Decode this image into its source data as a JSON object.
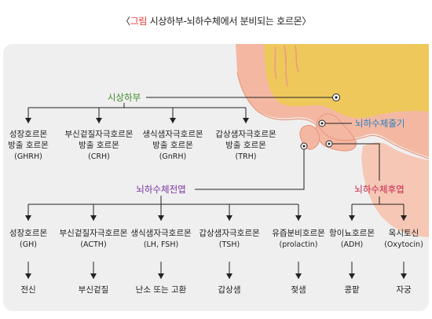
{
  "title": {
    "open_bracket": "〈",
    "prefix": "그림",
    "text": " 시상하부-뇌하수체에서 분비되는 호르몬",
    "close_bracket": "〉"
  },
  "colors": {
    "accent_red": "#e8382f",
    "panel_bg": "#efefef",
    "hypothalamus_green": "#3f8a2a",
    "stalk_blue": "#2a7fc0",
    "anterior_purple": "#7a2fa0",
    "posterior_red": "#c4234b",
    "tissue_pink": "#f4b8a2",
    "tissue_yellow": "#efc85c",
    "line": "#222222"
  },
  "structures": {
    "hypothalamus": "시상하부",
    "stalk": "뇌하수체줄기",
    "anterior": "뇌하수체전엽",
    "posterior": "뇌하수체후엽"
  },
  "hypothalamic_hormones": [
    {
      "line1": "성장호르몬",
      "line2": "방출 호르몬",
      "abbr": "(GHRH)"
    },
    {
      "line1": "부신겉질자극호르몬",
      "line2": "방출 호르몬",
      "abbr": "(CRH)"
    },
    {
      "line1": "생식샘자극호르몬",
      "line2": "방출 호르몬",
      "abbr": "(GnRH)"
    },
    {
      "line1": "갑상샘자극호르몬",
      "line2": "방출 호르몬",
      "abbr": "(TRH)"
    }
  ],
  "pituitary_hormones": [
    {
      "name": "성장호르몬",
      "abbr": "(GH)",
      "target": "전신"
    },
    {
      "name": "부신겉질자극호르몬",
      "abbr": "(ACTH)",
      "target": "부신겉질"
    },
    {
      "name": "생식샘자극호르몬",
      "abbr": "(LH,  FSH)",
      "target": "난소 또는 고환"
    },
    {
      "name": "갑상샘자극호르몬",
      "abbr": "(TSH)",
      "target": "갑상샘"
    },
    {
      "name": "유즙분비호르몬",
      "abbr": "(prolactin)",
      "target": "젖샘"
    },
    {
      "name": "항이뇨호르몬",
      "abbr": "(ADH)",
      "target": "콩팥"
    },
    {
      "name": "옥시토신",
      "abbr": "(Oxytocin)",
      "target": "자궁"
    }
  ]
}
